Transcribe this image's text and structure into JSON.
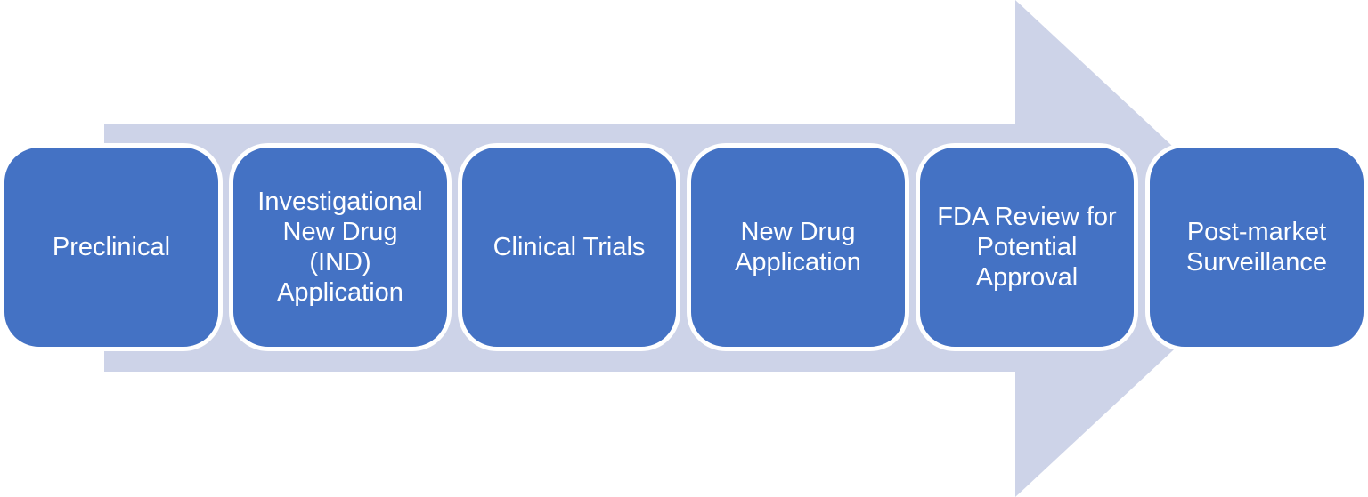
{
  "diagram": {
    "type": "process-arrow",
    "direction": "right",
    "stages": [
      {
        "label": "Preclinical"
      },
      {
        "label": "Investigational\nNew Drug\n(IND)\nApplication"
      },
      {
        "label": "Clinical Trials"
      },
      {
        "label": "New Drug\nApplication"
      },
      {
        "label": "FDA Review for\nPotential\nApproval"
      },
      {
        "label": "Post-market\nSurveillance"
      }
    ],
    "colors": {
      "stage_fill": "#4472C4",
      "stage_outline": "#FFFFFF",
      "arrow_fill": "#CDD3E8",
      "text": "#FFFFFF"
    }
  }
}
